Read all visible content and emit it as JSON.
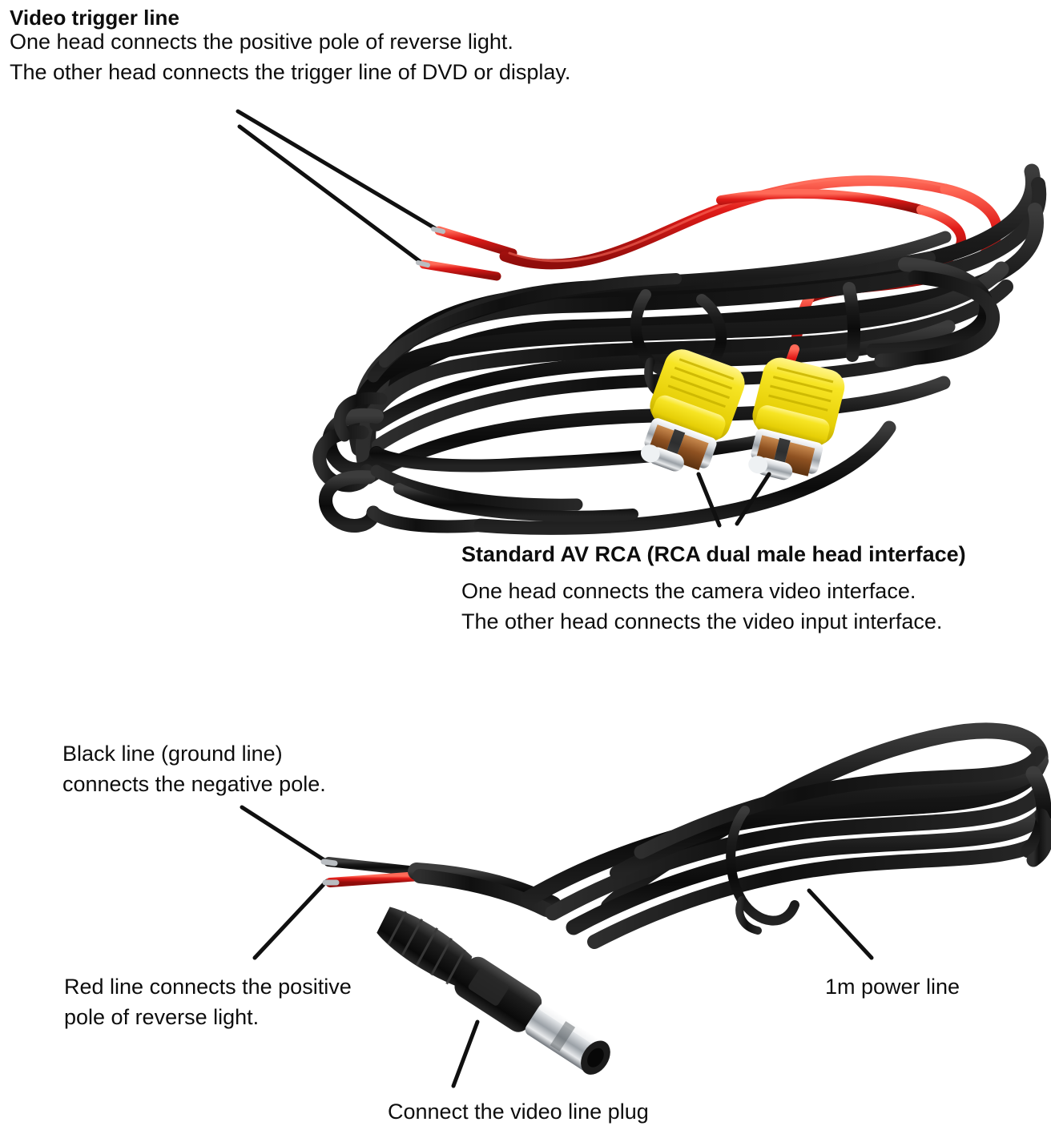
{
  "page": {
    "background": "#ffffff",
    "text_color": "#0d0d0d"
  },
  "palette": {
    "wire_black": "#151515",
    "wire_black_hi": "#4a4a4a",
    "wire_red": "#e01b18",
    "wire_red_hi": "#ff5a4c",
    "rca_yellow": "#f5e016",
    "rca_yellow_dark": "#d8c000",
    "chrome": "#cfd2d5",
    "chrome_dark": "#7d8186",
    "copper": "#9a5a28",
    "copper_dark": "#6a3a16",
    "leader_line": "#101010"
  },
  "sections": {
    "video_trigger": {
      "title": "Video trigger line",
      "line1": "One head connects the positive pole of reverse light.",
      "line2": "The other head connects the trigger line of DVD or display."
    },
    "rca": {
      "title": "Standard AV RCA (RCA dual male head interface)",
      "line1": "One head connects the camera video interface.",
      "line2": "The other head connects the video input interface."
    },
    "power": {
      "black_line_1": "Black line (ground line)",
      "black_line_2": "connects the negative pole.",
      "red_line_1": "Red line connects the positive",
      "red_line_2": "pole of reverse light.",
      "power_line_label": "1m power line",
      "plug_label": "Connect the video line plug"
    }
  },
  "diagram": {
    "top_assembly": {
      "name": "video-trigger-cable-coil",
      "connectors": [
        "yellow-rca-male",
        "yellow-rca-male"
      ],
      "bare_wire_ends": [
        "red",
        "red"
      ],
      "leader_lines": 2
    },
    "bottom_assembly": {
      "name": "power-cable-coil",
      "connector": "dc-barrel-plug",
      "bare_wire_ends": [
        "black",
        "red"
      ],
      "leader_lines": 4
    }
  }
}
